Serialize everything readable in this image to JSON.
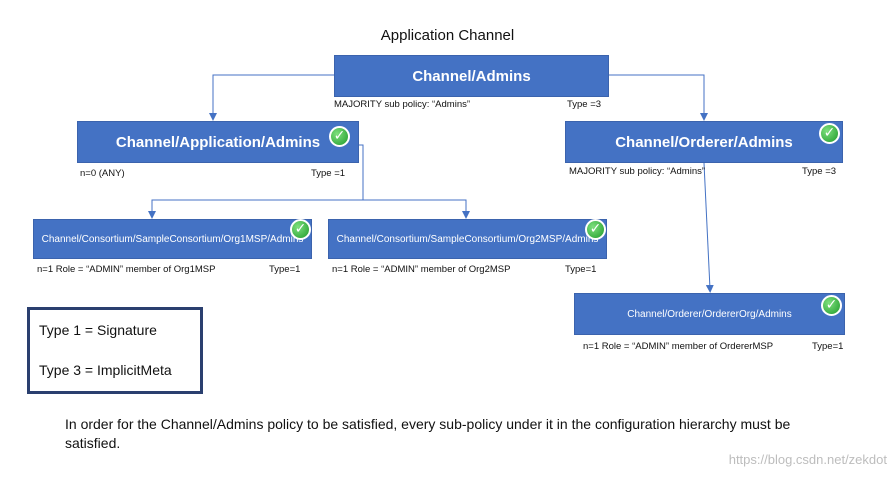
{
  "diagram": {
    "title": "Application Channel",
    "root": {
      "label": "Channel/Admins",
      "policy": "MAJORITY sub policy: “Admins”",
      "type": "Type =3"
    },
    "application_admins": {
      "label": "Channel/Application/Admins",
      "policy": "n=0 (ANY)",
      "type": "Type =1"
    },
    "orderer_admins": {
      "label": "Channel/Orderer/Admins",
      "policy": "MAJORITY sub policy: “Admins”",
      "type": "Type =3"
    },
    "org1_admins": {
      "label": "Channel/Consortium/SampleConsortium/Org1MSP/Admins",
      "policy": "n=1  Role = “ADMIN” member of Org1MSP",
      "type": "Type=1"
    },
    "org2_admins": {
      "label": "Channel/Consortium/SampleConsortium/Org2MSP/Admins",
      "policy": "n=1  Role = “ADMIN” member of Org2MSP",
      "type": "Type=1"
    },
    "orderer_org_admins": {
      "label": "Channel/Orderer/OrdererOrg/Admins",
      "policy": "n=1  Role = “ADMIN” member of OrdererMSP",
      "type": "Type=1"
    },
    "legend": {
      "type1": "Type 1 = Signature",
      "type3": "Type 3 = ImplicitMeta"
    },
    "footer": "In order for the Channel/Admins policy to be satisfied, every sub-policy under it in the configuration hierarchy must be satisfied.",
    "watermark": "https://blog.csdn.net/zekdot",
    "colors": {
      "box_fill": "#4472c4",
      "connector": "#4472c4",
      "check": "#1f9a2a",
      "legend_border": "#2a3f6f"
    },
    "icons": [
      "check-icon"
    ]
  }
}
